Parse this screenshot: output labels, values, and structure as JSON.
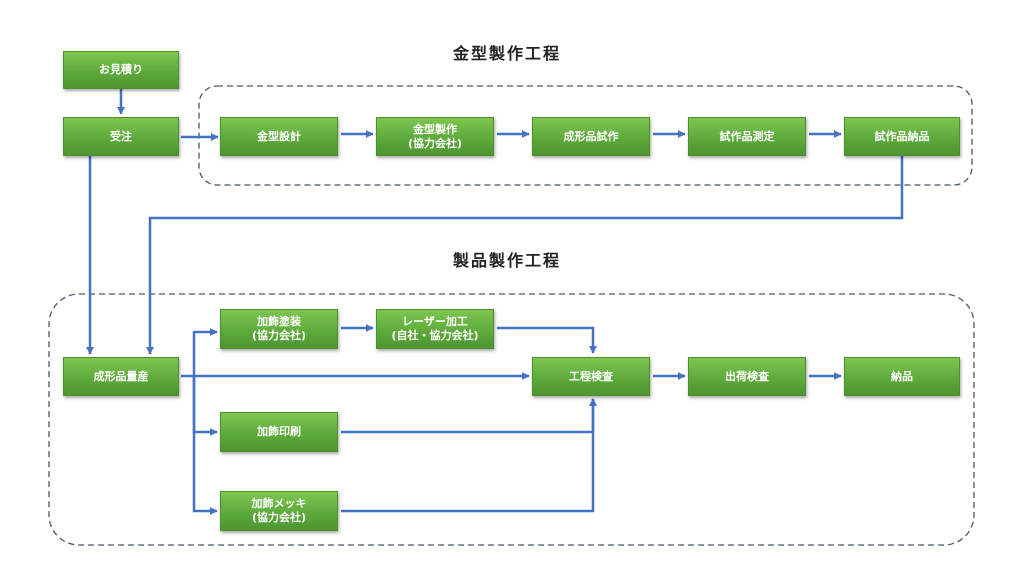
{
  "titles": {
    "mold_process": "金型製作工程",
    "product_process": "製品製作工程"
  },
  "nodes": {
    "estimate": {
      "line1": "お見積り"
    },
    "order": {
      "line1": "受注"
    },
    "mold_design": {
      "line1": "金型設計"
    },
    "mold_making": {
      "line1": "金型製作",
      "line2": "(協力会社)"
    },
    "trial_molding": {
      "line1": "成形品試作"
    },
    "trial_measure": {
      "line1": "試作品測定"
    },
    "trial_delivery": {
      "line1": "試作品納品"
    },
    "mass_production": {
      "line1": "成形品量産"
    },
    "paint": {
      "line1": "加飾塗装",
      "line2": "(協力会社)"
    },
    "laser": {
      "line1": "レーザー加工",
      "line2": "(自社・協力会社)"
    },
    "print": {
      "line1": "加飾印刷"
    },
    "plating": {
      "line1": "加飾メッキ",
      "line2": "(協力会社)"
    },
    "process_inspection": {
      "line1": "工程検査"
    },
    "shipping_inspection": {
      "line1": "出荷検査"
    },
    "delivery": {
      "line1": "納品"
    }
  },
  "colors": {
    "box_fill": "#5ba83a",
    "box_text": "#ffffff",
    "arrow": "#4472c4",
    "group_border": "#4a5568"
  }
}
